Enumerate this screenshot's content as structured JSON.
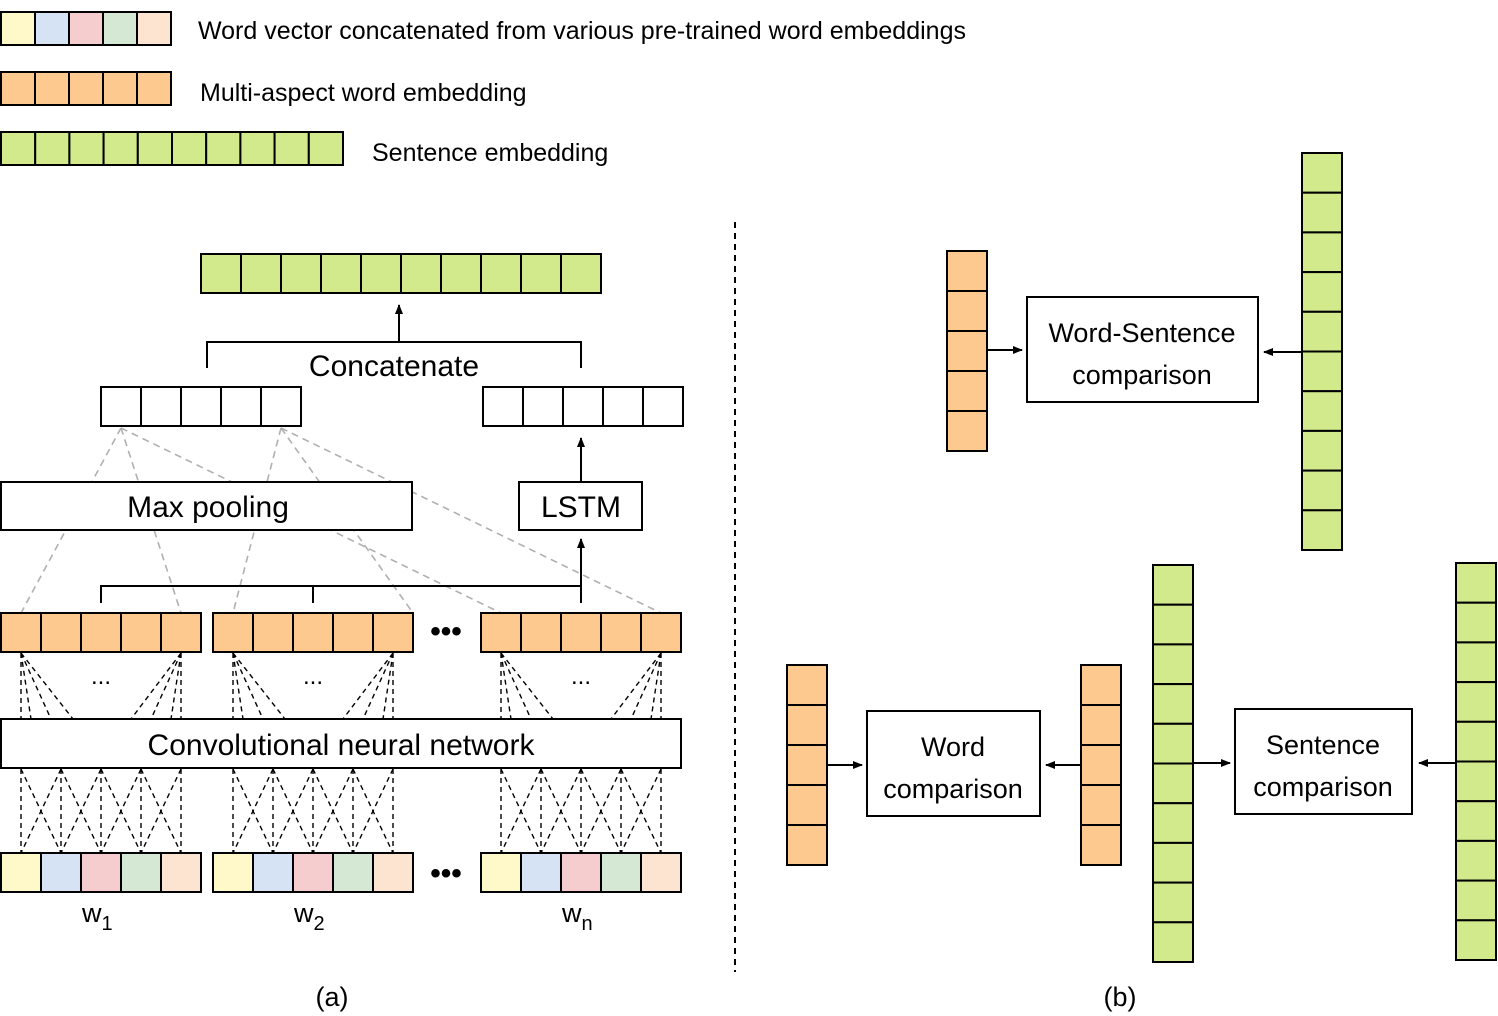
{
  "colors": {
    "word_vector_cells": [
      "#fff9c9",
      "#d5e3f4",
      "#f5cdcf",
      "#d5e8d4",
      "#fde4d0"
    ],
    "multi_aspect": "#fdc98f",
    "sentence": "#d3ea8c",
    "line": "#000000",
    "dashed_gray": "#b0b0b0"
  },
  "legend": {
    "word_vector": "Word vector concatenated from various pre-trained word embeddings",
    "multi_aspect": "Multi-aspect word embedding",
    "sentence": "Sentence embedding"
  },
  "panel_a": {
    "concatenate": "Concatenate",
    "max_pooling": "Max pooling",
    "lstm": "LSTM",
    "cnn": "Convolutional neural network",
    "ellipsis": "...",
    "big_ellipsis": "•••",
    "words": [
      {
        "base": "w",
        "sub": "1"
      },
      {
        "base": "w",
        "sub": "2"
      },
      {
        "base": "w",
        "sub": "n"
      }
    ],
    "caption": "(a)"
  },
  "panel_b": {
    "word_sentence_line1": "Word-Sentence",
    "word_sentence_line2": "comparison",
    "word_line1": "Word",
    "word_line2": "comparison",
    "sentence_line1": "Sentence",
    "sentence_line2": "comparison",
    "caption": "(b)"
  }
}
